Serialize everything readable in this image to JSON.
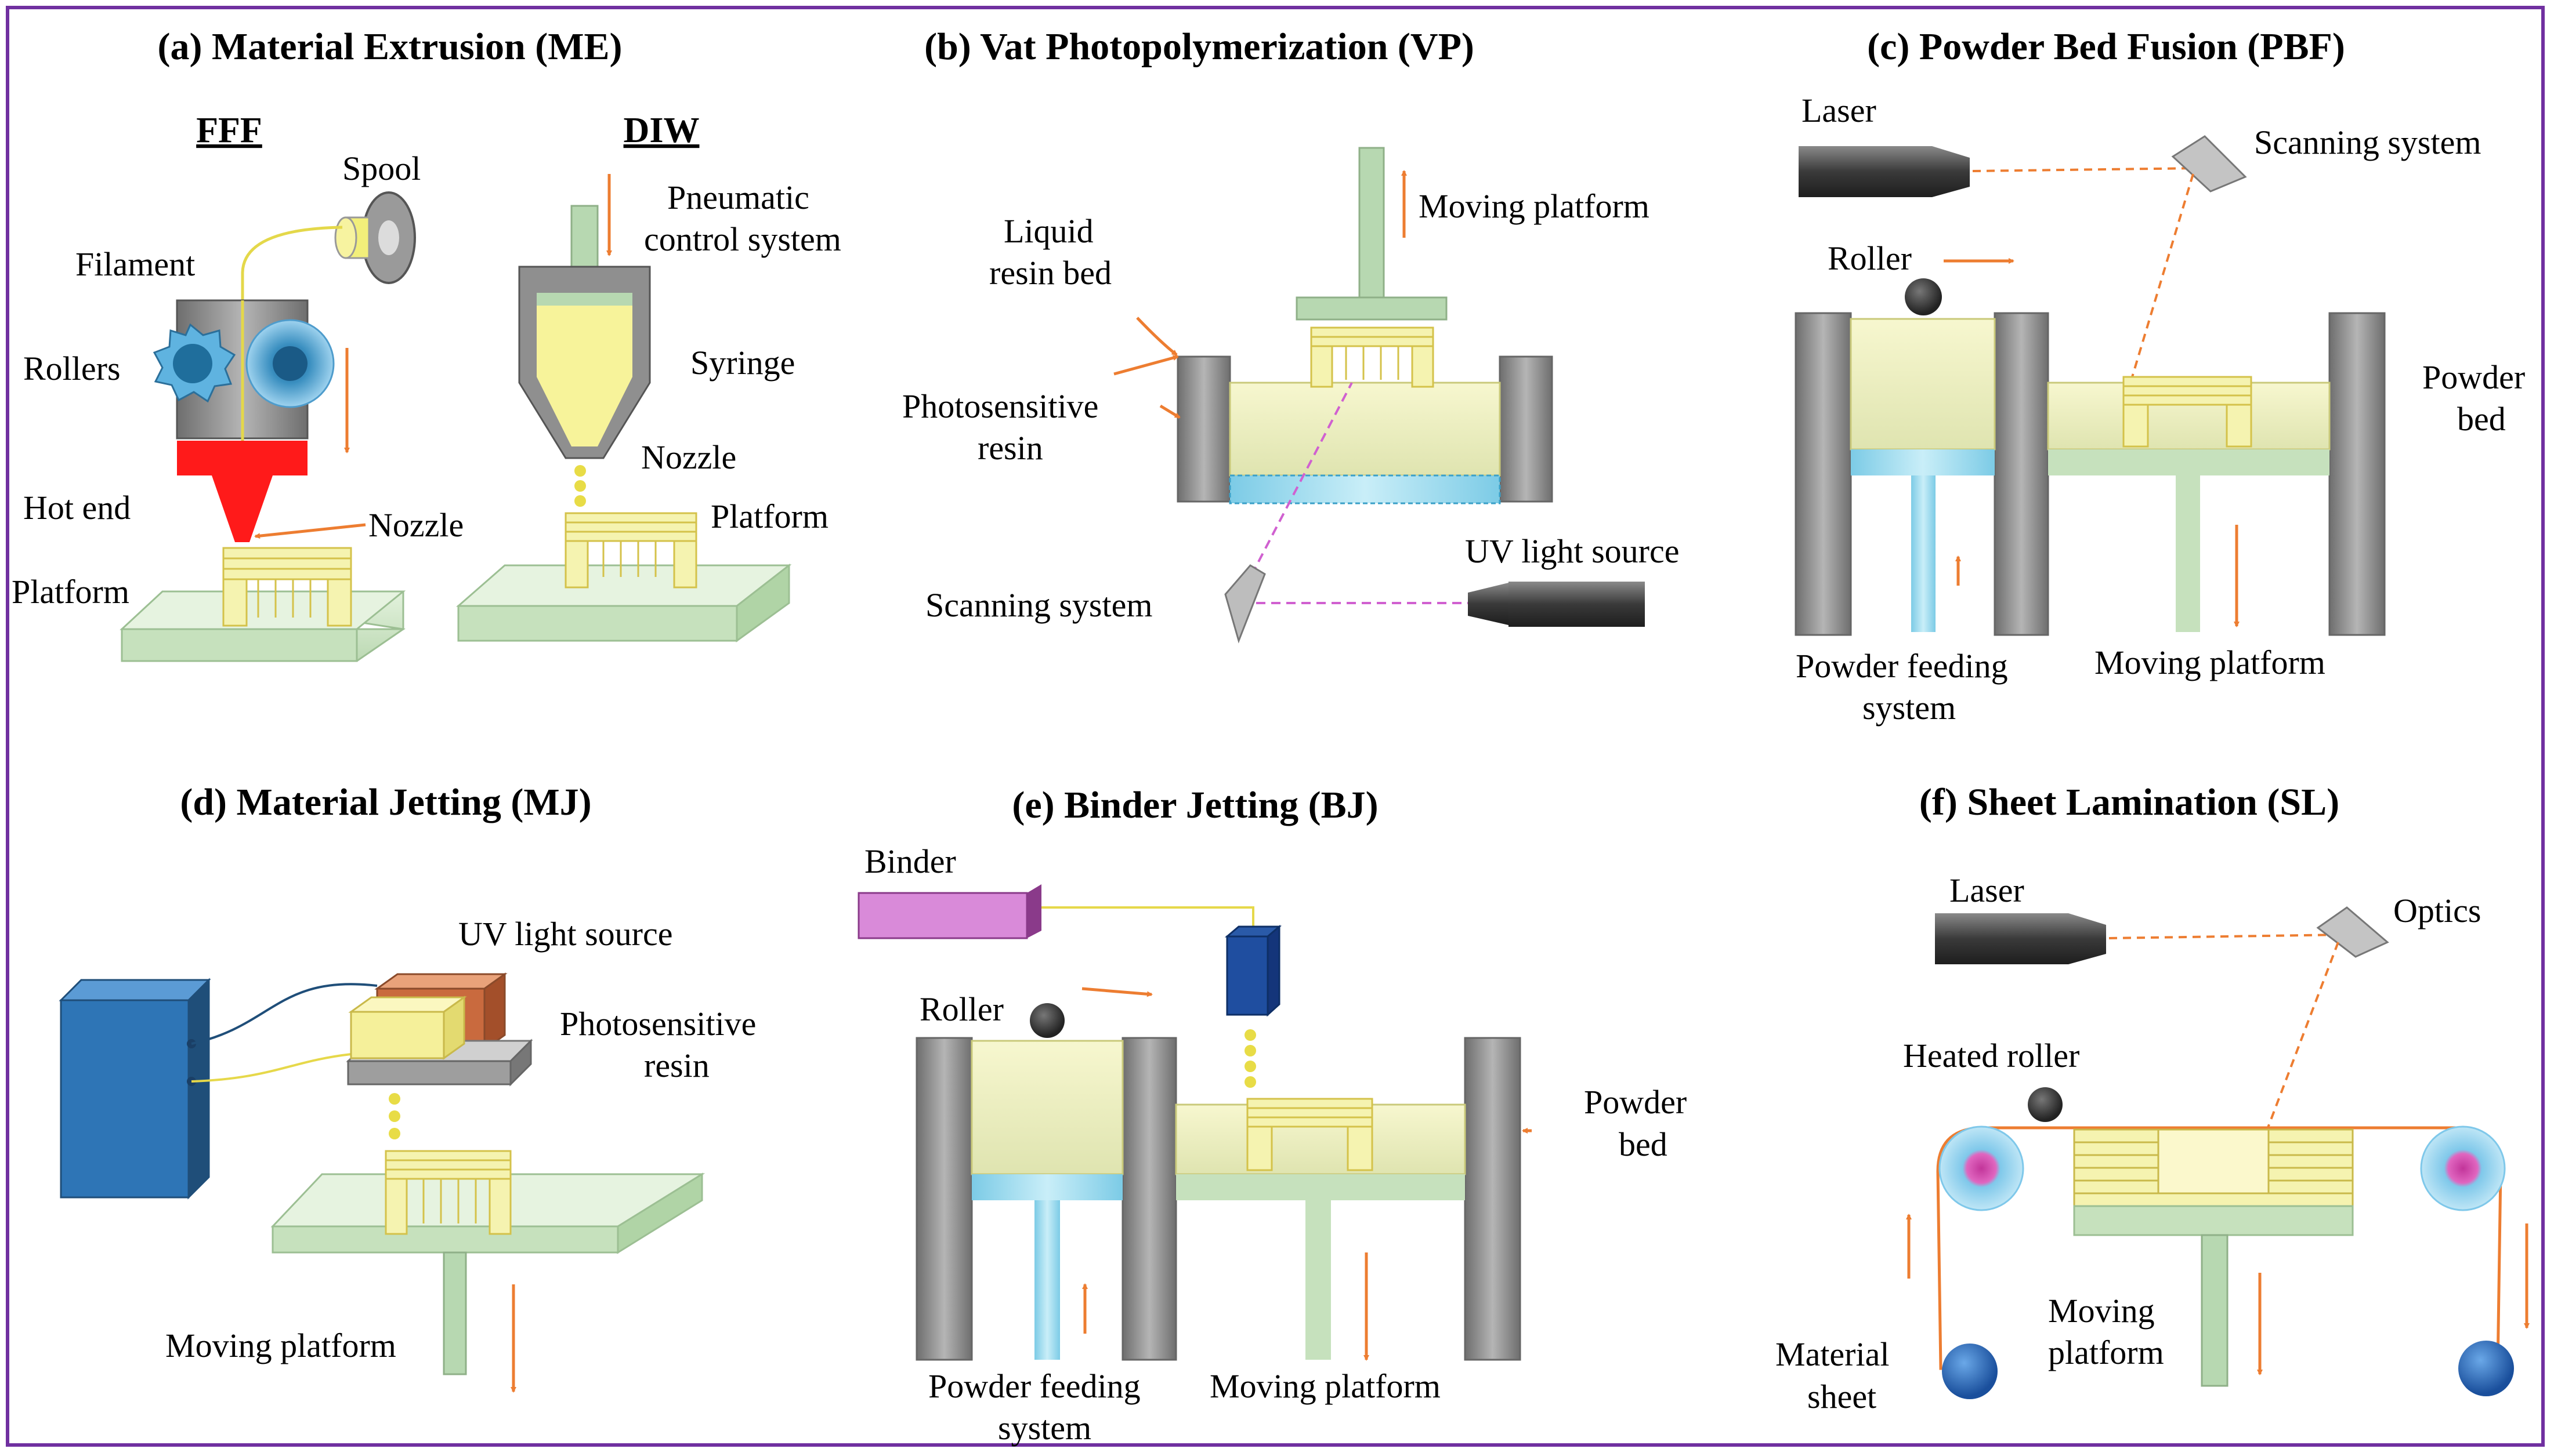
{
  "panels": {
    "a": {
      "title": "(a) Material Extrusion (ME)",
      "fff": "FFF",
      "diw": "DIW",
      "spool": "Spool",
      "filament": "Filament",
      "rollers": "Rollers",
      "hot_end": "Hot end",
      "nozzle": "Nozzle",
      "platform": "Platform",
      "pneumatic_1": "Pneumatic",
      "pneumatic_2": "control system",
      "syringe": "Syringe",
      "nozzle_diw": "Nozzle",
      "platform_diw": "Platform"
    },
    "b": {
      "title": "(b) Vat Photopolymerization (VP)",
      "moving_platform": "Moving platform",
      "liquid_1": "Liquid",
      "liquid_2": "resin bed",
      "photo_1": "Photosensitive",
      "photo_2": "resin",
      "uv": "UV light source",
      "scanning": "Scanning system"
    },
    "c": {
      "title": "(c) Powder Bed Fusion (PBF)",
      "laser": "Laser",
      "scanning": "Scanning system",
      "roller": "Roller",
      "powder_bed_1": "Powder",
      "powder_bed_2": "bed",
      "feeding_1": "Powder feeding",
      "feeding_2": "system",
      "moving_platform": "Moving platform"
    },
    "d": {
      "title": "(d) Material Jetting (MJ)",
      "uv": "UV light source",
      "photo_1": "Photosensitive",
      "photo_2": "resin",
      "moving_platform": "Moving platform"
    },
    "e": {
      "title": "(e) Binder Jetting (BJ)",
      "binder": "Binder",
      "roller": "Roller",
      "powder_bed_1": "Powder",
      "powder_bed_2": "bed",
      "feeding_1": "Powder feeding",
      "feeding_2": "system",
      "moving_platform": "Moving platform"
    },
    "f": {
      "title": "(f) Sheet Lamination (SL)",
      "laser": "Laser",
      "optics": "Optics",
      "heated_roller": "Heated roller",
      "moving_1": "Moving",
      "moving_2": "platform",
      "material_1": "Material",
      "material_2": "sheet"
    }
  },
  "colors": {
    "border": "#7030a0",
    "arrow": "#ed7d31",
    "resin": "#f5f3b0",
    "platform": "#d5ecd0",
    "wall": "#8c8c8c",
    "powder_feed": "#9ddcf0",
    "binder": "#d47fd4",
    "printer_box": "#2e75b6"
  }
}
